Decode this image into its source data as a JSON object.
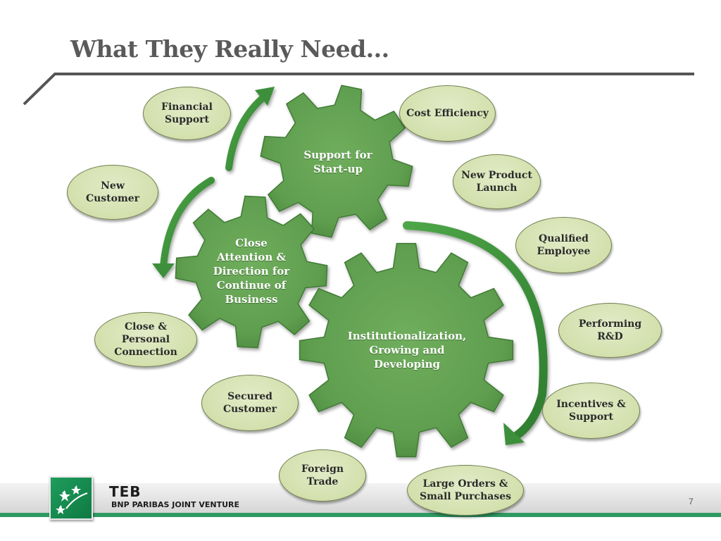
{
  "title": "What They Really Need...",
  "colors": {
    "gear": "#5f9e4f",
    "gear_dark": "#3f7a34",
    "arrow": "#3e8f3a",
    "bubble": "#d3e0ad",
    "accent": "#2f9a63"
  },
  "gears": {
    "top": "Support for Start-up",
    "middle": "Close Attention & Direction for Continue of Business",
    "large": "Institutionalization, Growing and Developing"
  },
  "bubbles": {
    "financial_support": "Financial Support",
    "cost_efficiency": "Cost Efficiency",
    "new_customer": "New Customer",
    "new_product_launch": "New Product Launch",
    "qualified_employee": "Qualified Employee",
    "performing_rd": "Performing R&D",
    "close_personal_connection": "Close & Personal Connection",
    "secured_customer": "Secured Customer",
    "incentives_support": "Incentives & Support",
    "foreign_trade": "Foreign Trade",
    "large_orders": "Large Orders & Small Purchases"
  },
  "footer": {
    "brand": "TEB",
    "brand_sub": "BNP PARIBAS JOINT VENTURE",
    "page_number": "7"
  },
  "icons": {
    "logo": "bnp-paribas-stars-icon"
  }
}
